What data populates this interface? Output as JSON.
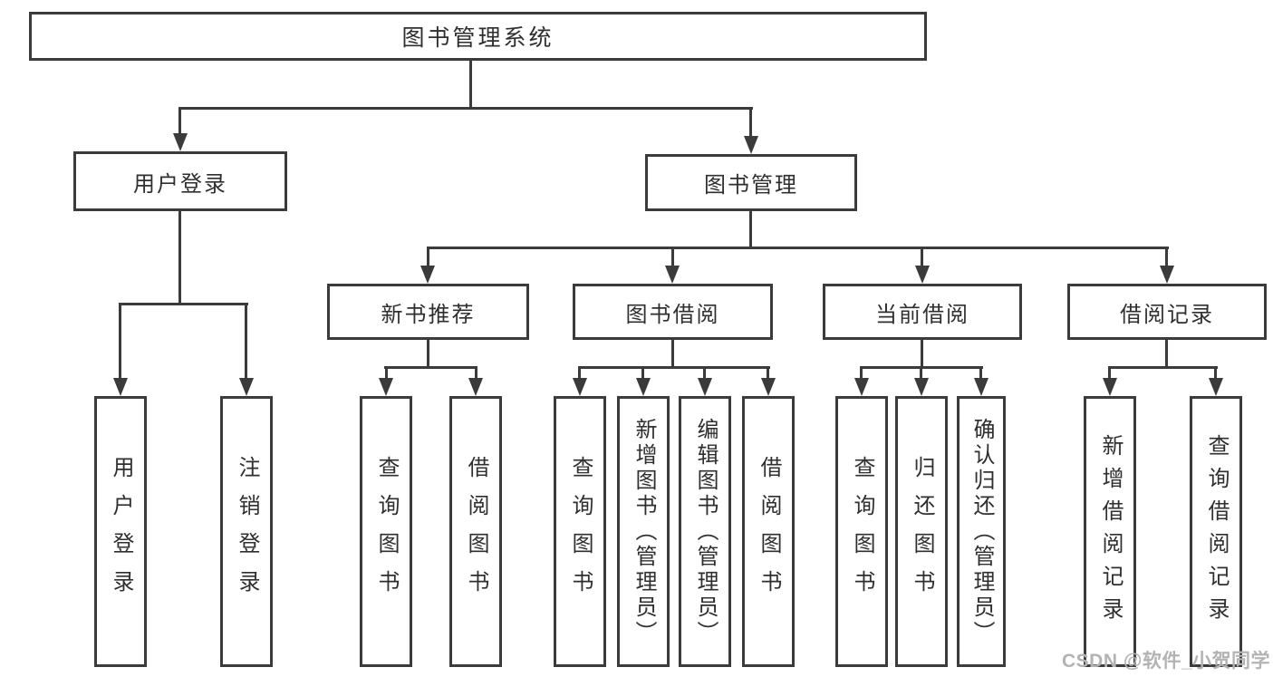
{
  "diagram_type": "hierarchy-tree",
  "colors": {
    "line": "#3b3b3b",
    "text": "#2f2f2f",
    "background": "#ffffff",
    "watermark": "#b3b3b3"
  },
  "nodes": {
    "root": {
      "label": "图书管理系统"
    },
    "user_login": {
      "label": "用户登录"
    },
    "book_mgmt": {
      "label": "图书管理"
    },
    "new_book_rec": {
      "label": "新书推荐"
    },
    "book_borrow": {
      "label": "图书借阅"
    },
    "current_borrow": {
      "label": "当前借阅"
    },
    "borrow_records": {
      "label": "借阅记录"
    },
    "leaf_user_login": {
      "label": "用户登录"
    },
    "leaf_logout": {
      "label": "注销登录"
    },
    "leaf_query_books_rec": {
      "label": "查询图书"
    },
    "leaf_borrow_books_rec": {
      "label": "借阅图书"
    },
    "leaf_query_books_borrow": {
      "label": "查询图书"
    },
    "leaf_add_book_admin": {
      "label": "新增图书（管理员）"
    },
    "leaf_edit_book_admin": {
      "label": "编辑图书（管理员）"
    },
    "leaf_borrow_books_borrow": {
      "label": "借阅图书"
    },
    "leaf_query_books_current": {
      "label": "查询图书"
    },
    "leaf_return_book": {
      "label": "归还图书"
    },
    "leaf_confirm_return_admin": {
      "label": "确认归还（管理员）"
    },
    "leaf_add_borrow_record": {
      "label": "新增借阅记录"
    },
    "leaf_query_borrow_record": {
      "label": "查询借阅记录"
    }
  },
  "hierarchy": {
    "图书管理系统": {
      "用户登录": [
        "用户登录",
        "注销登录"
      ],
      "图书管理": {
        "新书推荐": [
          "查询图书",
          "借阅图书"
        ],
        "图书借阅": [
          "查询图书",
          "新增图书（管理员）",
          "编辑图书（管理员）",
          "借阅图书"
        ],
        "当前借阅": [
          "查询图书",
          "归还图书",
          "确认归还（管理员）"
        ],
        "借阅记录": [
          "新增借阅记录",
          "查询借阅记录"
        ]
      }
    }
  },
  "watermark": {
    "text": "CSDN @软件_小贺同学"
  }
}
